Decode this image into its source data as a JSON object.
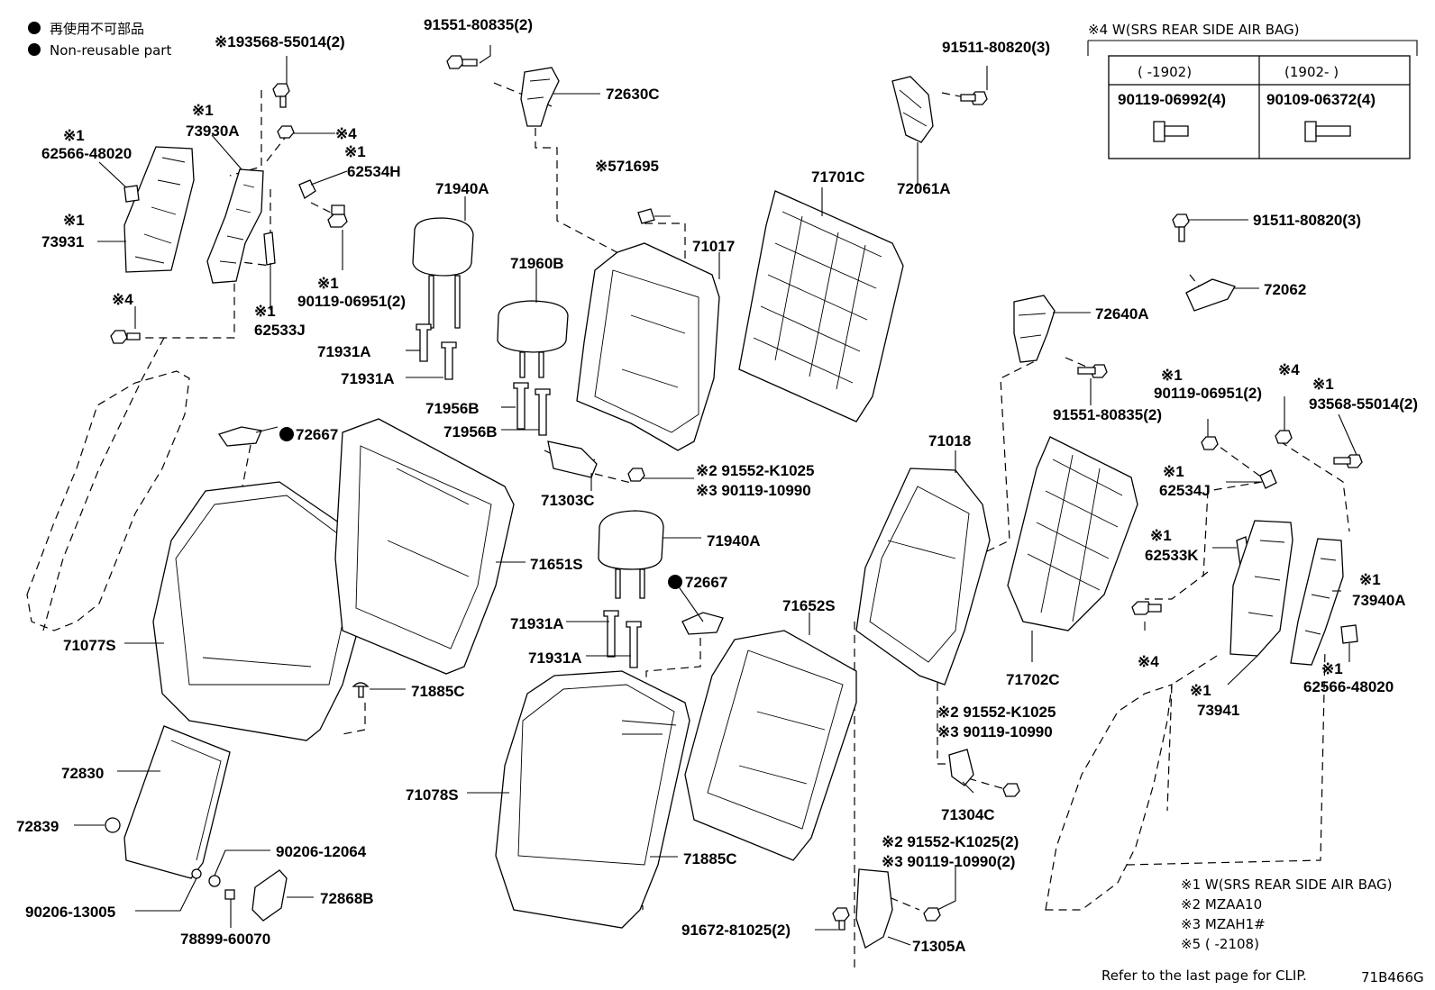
{
  "legend": {
    "non_reusable_jp": "再使用不可部品",
    "non_reusable_en": "Non-reusable part"
  },
  "footnotes": {
    "n1": "※1 W(SRS REAR SIDE AIR BAG)",
    "n2": "※2 MZAA10",
    "n3": "※3 MZAH1#",
    "n5": "※5 (        -2108)"
  },
  "clip_note": "Refer to the last page for CLIP.",
  "diagram_id": "71B466G",
  "table": {
    "title": "※4 W(SRS REAR SIDE AIR BAG)",
    "col1_header": "(        -1902)",
    "col2_header": "(1902-        )",
    "col1_part": "90119-06992(4)",
    "col2_part": "90109-06372(4)"
  },
  "labels": {
    "p193568": "※193568-55014(2)",
    "p91551a": "91551-80835(2)",
    "p72630C": "72630C",
    "p91511a": "91511-80820(3)",
    "p72061A": "72061A",
    "n1_62566a": "※1",
    "p62566a": "62566-48020",
    "n1_73930A": "※1",
    "p73930A": "73930A",
    "n4a": "※4",
    "n1_62534H": "※1",
    "p62534H": "62534H",
    "n1_73931": "※1",
    "p73931": "73931",
    "n1_90119a": "※1",
    "p90119a": "90119-06951(2)",
    "n1_62533J": "※1",
    "p62533J": "62533J",
    "n4b": "※4",
    "p71940A_a": "71940A",
    "p71960B": "71960B",
    "p71931A_a": "71931A",
    "p71931A_b": "71931A",
    "p71956B_a": "71956B",
    "p71956B_b": "71956B",
    "p71695": "※571695",
    "p71701C": "71701C",
    "p71017": "71017",
    "p72667a": "72667",
    "p71303C": "71303C",
    "n23a": "※2 91552-K1025",
    "n33a": "※3 90119-10990",
    "p71651S": "71651S",
    "p71077S": "71077S",
    "p71885C_a": "71885C",
    "p71940A_b": "71940A",
    "p72667b": "72667",
    "p71931A_c": "71931A",
    "p71931A_d": "71931A",
    "p71652S": "71652S",
    "p71078S": "71078S",
    "p71885C_b": "71885C",
    "p72830": "72830",
    "p72839": "72839",
    "p90206a": "90206-12064",
    "p90206b": "90206-13005",
    "p72868B": "72868B",
    "p78899": "78899-60070",
    "p91511b": "91511-80820(3)",
    "p72062": "72062",
    "p72640A": "72640A",
    "p91551b": "91551-80835(2)",
    "n1_90119b": "※1",
    "p90119b": "90119-06951(2)",
    "n4c": "※4",
    "n1_93568": "※1",
    "p93568": "93568-55014(2)",
    "n1_62534J": "※1",
    "p62534J": "62534J",
    "n1_62533K": "※1",
    "p62533K": "62533K",
    "n1_73940A": "※1",
    "p73940A": "73940A",
    "n4d": "※4",
    "p71018": "71018",
    "p71702C": "71702C",
    "n1_62566b": "※1",
    "p62566b": "62566-48020",
    "n1_73941": "※1",
    "p73941": "73941",
    "n23b": "※2 91552-K1025",
    "n33b": "※3 90119-10990",
    "p71304C": "71304C",
    "n23c": "※2 91552-K1025(2)",
    "n33c": "※3 90119-10990(2)",
    "p91672": "91672-81025(2)",
    "p71305A": "71305A"
  }
}
